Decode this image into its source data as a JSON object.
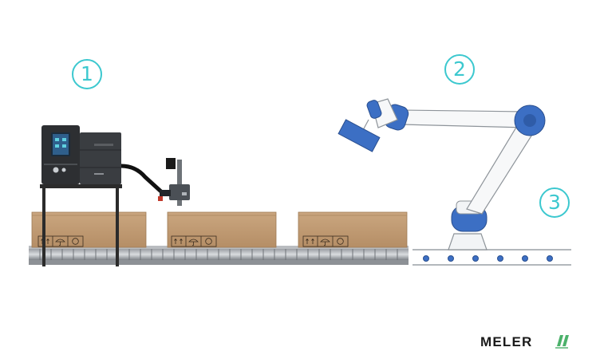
{
  "steps": [
    {
      "number": "1"
    },
    {
      "number": "2"
    },
    {
      "number": "3"
    }
  ],
  "brand": {
    "name": "MELER"
  },
  "box_icons": [
    "arrows-up-icon",
    "umbrella-icon",
    "recycle-icon"
  ],
  "colors": {
    "accent_teal": "#3cc8cf",
    "robot_blue": "#3c6fc4",
    "cardboard": "#c7a27c",
    "frame": "#2b2b2b",
    "logo_green": "#4bb16a"
  }
}
